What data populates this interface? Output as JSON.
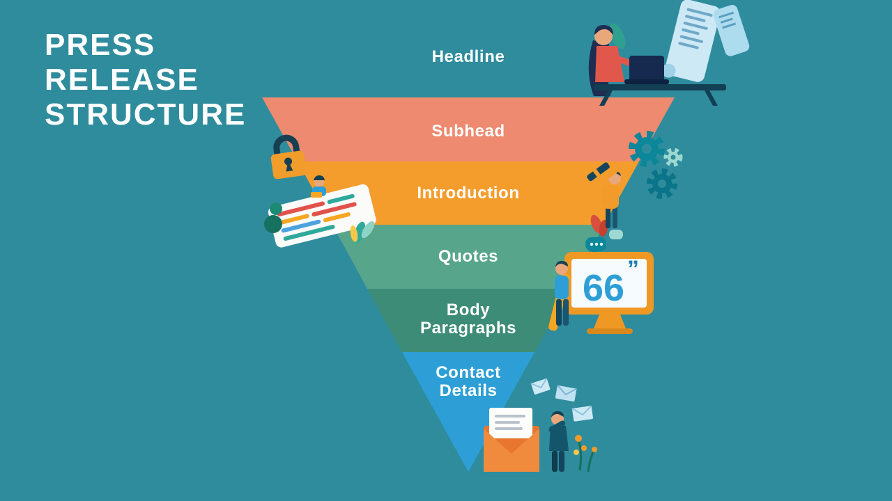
{
  "colors": {
    "background": "#2E8C9D",
    "label_text": "#FFFFFF",
    "title_text": "#FFFFFF"
  },
  "title": {
    "text": "PRESS\nRELEASE\nSTRUCTURE"
  },
  "chart_data": {
    "type": "funnel",
    "title": "Press Release Structure",
    "orientation": "inverted-pyramid-widest-first",
    "levels": [
      {
        "order": 1,
        "label": "Headline",
        "color": "#2E8C9D"
      },
      {
        "order": 2,
        "label": "Subhead",
        "color": "#ED8A6F"
      },
      {
        "order": 3,
        "label": "Introduction",
        "color": "#F49D2D"
      },
      {
        "order": 4,
        "label": "Quotes",
        "color": "#57A58B"
      },
      {
        "order": 5,
        "label": "Body Paragraphs",
        "color": "#3D8C77"
      },
      {
        "order": 6,
        "label": "Contact Details",
        "color": "#2D9FD6"
      }
    ]
  },
  "decor": {
    "quote_marks": "66",
    "close_quote": "”",
    "icons": {
      "writer_at_desk": "writer-at-desk-illustration",
      "padlock": "padlock-icon",
      "scroll_document": "scroll-document-illustration",
      "gears": "gears-icon",
      "telescope_person": "telescope-person-illustration",
      "quotes_monitor": "quotes-monitor-illustration",
      "envelope_mail": "envelope-mail-illustration"
    }
  }
}
